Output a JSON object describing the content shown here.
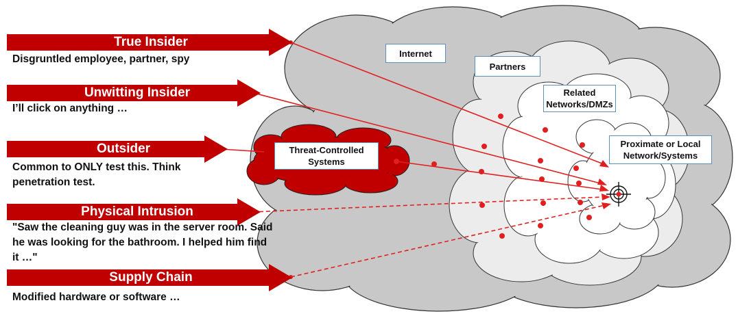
{
  "threats": [
    {
      "label": "True Insider",
      "description": "Disgruntled employee, partner, spy"
    },
    {
      "label": "Unwitting Insider",
      "description": "I’ll click on anything …"
    },
    {
      "label": "Outsider",
      "description": "Common to ONLY test this. Think penetration test."
    },
    {
      "label": "Physical Intrusion",
      "description": "\"Saw the cleaning guy was in the server room. Said he was looking for the bathroom. I helped him find it …\""
    },
    {
      "label": "Supply Chain",
      "description": "Modified hardware or software …"
    }
  ],
  "zones": {
    "internet": "Internet",
    "partners": "Partners",
    "related": "Related Networks/DMZs",
    "proximate": "Proximate or Local Network/Systems",
    "threat_controlled": "Threat-Controlled Systems"
  },
  "colors": {
    "threat_red": "#c00000",
    "internet_cloud": "#c8c8c8",
    "partners_cloud": "#ececec",
    "inner_cloud": "#ffffff",
    "label_border": "#5b8fb8"
  }
}
